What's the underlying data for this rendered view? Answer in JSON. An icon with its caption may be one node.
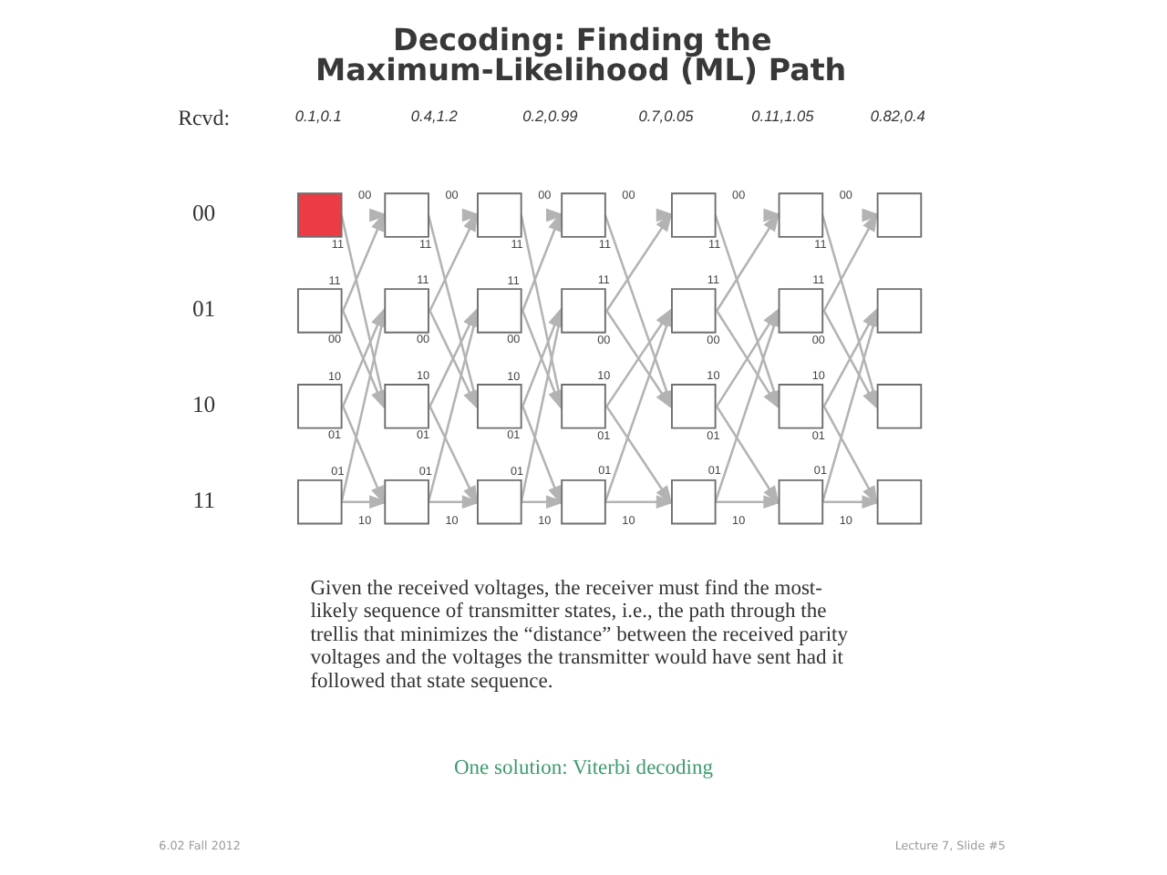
{
  "diagram": {
    "title": "Decoding: Finding the Maximum-Likelihood (ML) Path",
    "nodes": [
      {
        "text": [],
        "shape": "box"
      },
      {
        "text": [],
        "shape": "box"
      },
      {
        "text": [],
        "shape": "box"
      },
      {
        "text": [],
        "shape": "box"
      },
      {
        "text": [],
        "shape": "box"
      },
      {
        "text": [],
        "shape": "box"
      },
      {
        "text": [],
        "shape": "box"
      },
      {
        "text": [],
        "shape": "box"
      },
      {
        "text": [],
        "shape": "box"
      },
      {
        "text": [],
        "shape": "box"
      },
      {
        "text": [],
        "shape": "box"
      },
      {
        "text": [],
        "shape": "box"
      },
      {
        "text": [],
        "shape": "box"
      },
      {
        "text": [],
        "shape": "box"
      },
      {
        "text": [],
        "shape": "box"
      },
      {
        "text": [],
        "shape": "box"
      },
      {
        "text": [],
        "shape": "box"
      },
      {
        "text": [],
        "shape": "box"
      },
      {
        "text": [],
        "shape": "box"
      },
      {
        "text": [],
        "shape": "box"
      },
      {
        "text": [],
        "shape": "box"
      },
      {
        "text": [],
        "shape": "box"
      },
      {
        "text": [],
        "shape": "box"
      },
      {
        "text": [],
        "shape": "box"
      },
      {
        "text": [],
        "shape": "box"
      },
      {
        "text": [],
        "shape": "box"
      },
      {
        "text": [],
        "shape": "box"
      },
      {
        "text": [],
        "shape": "box"
      }
    ],
    "edges": [
      {
        "from": 0,
        "to": 4,
        "arrow": "to",
        "label": "00"
      },
      {
        "from": 0,
        "to": 6,
        "arrow": "to",
        "label": "11"
      },
      {
        "from": 1,
        "to": 4,
        "arrow": "to",
        "label": "11"
      },
      {
        "from": 1,
        "to": 6,
        "arrow": "to",
        "label": "00"
      },
      {
        "from": 2,
        "to": 5,
        "arrow": "to",
        "label": "10"
      },
      {
        "from": 2,
        "to": 7,
        "arrow": "to",
        "label": "01"
      },
      {
        "from": 3,
        "to": 5,
        "arrow": "to",
        "label": "01"
      },
      {
        "from": 3,
        "to": 7,
        "arrow": "to",
        "label": "10"
      },
      {
        "from": 4,
        "to": 8,
        "arrow": "to",
        "label": "00"
      },
      {
        "from": 4,
        "to": 10,
        "arrow": "to",
        "label": "11"
      },
      {
        "from": 5,
        "to": 8,
        "arrow": "to",
        "label": "11"
      },
      {
        "from": 5,
        "to": 10,
        "arrow": "to",
        "label": "00"
      },
      {
        "from": 6,
        "to": 9,
        "arrow": "to",
        "label": "10"
      },
      {
        "from": 6,
        "to": 11,
        "arrow": "to",
        "label": "01"
      },
      {
        "from": 7,
        "to": 9,
        "arrow": "to",
        "label": "01"
      },
      {
        "from": 7,
        "to": 11,
        "arrow": "to",
        "label": "10"
      },
      {
        "from": 8,
        "to": 12,
        "arrow": "to",
        "label": "00"
      },
      {
        "from": 8,
        "to": 14,
        "arrow": "to",
        "label": "11"
      },
      {
        "from": 9,
        "to": 12,
        "arrow": "to",
        "label": "11"
      },
      {
        "from": 9,
        "to": 14,
        "arrow": "to",
        "label": "00"
      },
      {
        "from": 10,
        "to": 13,
        "arrow": "to",
        "label": "10"
      },
      {
        "from": 10,
        "to": 15,
        "arrow": "to",
        "label": "01"
      },
      {
        "from": 11,
        "to": 13,
        "arrow": "to",
        "label": "01"
      },
      {
        "from": 11,
        "to": 15,
        "arrow": "to",
        "label": "10"
      },
      {
        "from": 12,
        "to": 16,
        "arrow": "to",
        "label": "00"
      },
      {
        "from": 12,
        "to": 18,
        "arrow": "to",
        "label": "11"
      },
      {
        "from": 13,
        "to": 16,
        "arrow": "to",
        "label": "11"
      },
      {
        "from": 13,
        "to": 18,
        "arrow": "to",
        "label": "00"
      },
      {
        "from": 14,
        "to": 17,
        "arrow": "to",
        "label": "10"
      },
      {
        "from": 14,
        "to": 19,
        "arrow": "to",
        "label": "01"
      },
      {
        "from": 15,
        "to": 17,
        "arrow": "to",
        "label": "01"
      },
      {
        "from": 15,
        "to": 19,
        "arrow": "to",
        "label": "10"
      },
      {
        "from": 16,
        "to": 20,
        "arrow": "to",
        "label": "00"
      },
      {
        "from": 16,
        "to": 22,
        "arrow": "to",
        "label": "11"
      },
      {
        "from": 17,
        "to": 20,
        "arrow": "to",
        "label": "11"
      },
      {
        "from": 17,
        "to": 22,
        "arrow": "to",
        "label": "00"
      },
      {
        "from": 18,
        "to": 21,
        "arrow": "to",
        "label": "10"
      },
      {
        "from": 18,
        "to": 23,
        "arrow": "to",
        "label": "01"
      },
      {
        "from": 19,
        "to": 21,
        "arrow": "to",
        "label": "01"
      },
      {
        "from": 19,
        "to": 23,
        "arrow": "to",
        "label": "10"
      },
      {
        "from": 20,
        "to": 24,
        "arrow": "to",
        "label": "00"
      },
      {
        "from": 20,
        "to": 26,
        "arrow": "to",
        "label": "11"
      },
      {
        "from": 21,
        "to": 24,
        "arrow": "to",
        "label": "11"
      },
      {
        "from": 21,
        "to": 26,
        "arrow": "to",
        "label": "00"
      },
      {
        "from": 22,
        "to": 25,
        "arrow": "to",
        "label": "10"
      },
      {
        "from": 22,
        "to": 27,
        "arrow": "to",
        "label": "01"
      },
      {
        "from": 23,
        "to": 25,
        "arrow": "to",
        "label": "01"
      },
      {
        "from": 23,
        "to": 27,
        "arrow": "to",
        "label": "10"
      }
    ],
    "labels": [
      "Rcvd:",
      "0.1,0.1",
      "0.4,1.2",
      "0.2,0.99",
      "0.7,0.05",
      "0.11,1.05",
      "0.82,0.4",
      "00",
      "01",
      "10",
      "11",
      "Given the received voltages, the receiver must find the most-likely sequence of transmitter states, i.e., the path through the trellis that minimizes the “distance” between the received parity voltages and the voltages the transmitter would have sent had it followed that state sequence.",
      "One solution: Viterbi decoding",
      "6.02 Fall 2012",
      "Lecture 7, Slide #5"
    ]
  }
}
